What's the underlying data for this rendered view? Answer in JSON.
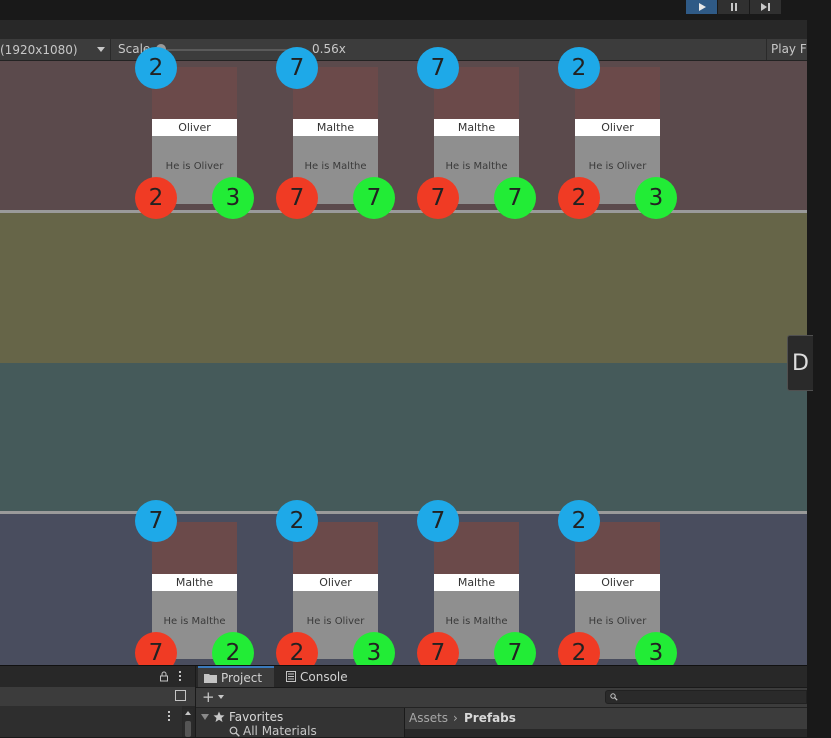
{
  "toolbar": {
    "resolution": "(1920x1080)",
    "scale_label": "Scale",
    "scale_value": "0.56x",
    "play_focused": "Play F"
  },
  "game": {
    "top_row": [
      {
        "top": "2",
        "name": "Oliver",
        "desc": "He is Oliver",
        "left": "2",
        "right": "3"
      },
      {
        "top": "7",
        "name": "Malthe",
        "desc": "He is Malthe",
        "left": "7",
        "right": "7"
      },
      {
        "top": "7",
        "name": "Malthe",
        "desc": "He is Malthe",
        "left": "7",
        "right": "7"
      },
      {
        "top": "2",
        "name": "Oliver",
        "desc": "He is Oliver",
        "left": "2",
        "right": "3"
      }
    ],
    "bottom_row": [
      {
        "top": "7",
        "name": "Malthe",
        "desc": "He is Malthe",
        "left": "7",
        "right": "2"
      },
      {
        "top": "2",
        "name": "Oliver",
        "desc": "He is Oliver",
        "left": "2",
        "right": "3"
      },
      {
        "top": "7",
        "name": "Malthe",
        "desc": "He is Malthe",
        "left": "7",
        "right": "7"
      },
      {
        "top": "2",
        "name": "Oliver",
        "desc": "He is Oliver",
        "left": "2",
        "right": "3"
      }
    ],
    "side_tab": "D"
  },
  "bottom": {
    "tabs": {
      "project": "Project",
      "console": "Console"
    },
    "tree": {
      "favorites": "Favorites",
      "all_materials": "All Materials"
    },
    "breadcrumb": {
      "root": "Assets",
      "current": "Prefabs"
    }
  },
  "colors": {
    "blue": "#1ea9e8",
    "red": "#f03b24",
    "green": "#22ec36",
    "play_active": "#2f5a86"
  }
}
